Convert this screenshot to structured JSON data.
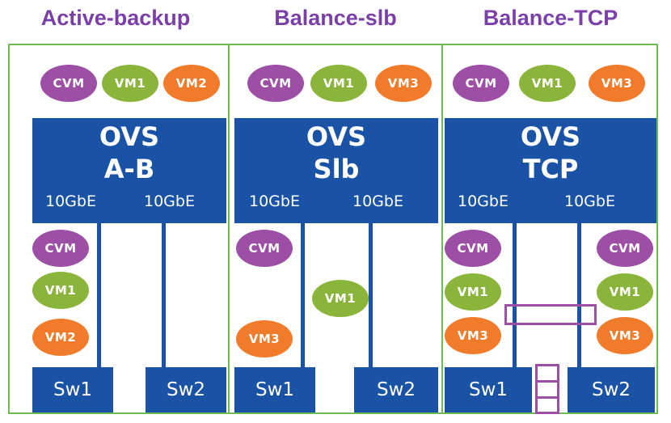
{
  "colors": {
    "title": "#7a40a8",
    "panel_border": "#6dbb52",
    "ovs_blue": "#1a52a6",
    "cvm": "#9d4fa6",
    "vm1": "#8ab43a",
    "vm_orange": "#f07b2a",
    "lag": "#9d4fa6"
  },
  "panels": [
    {
      "title": "Active-backup",
      "top_vms": [
        "CVM",
        "VM1",
        "VM2"
      ],
      "ovs_line1": "OVS",
      "ovs_line2": "A-B",
      "nic_left": "10GbE",
      "nic_right": "10GbE",
      "left_vms": [
        "CVM",
        "VM1",
        "VM2"
      ],
      "sw_left": "Sw1",
      "sw_right": "Sw2"
    },
    {
      "title": "Balance-slb",
      "top_vms": [
        "CVM",
        "VM1",
        "VM3"
      ],
      "ovs_line1": "OVS",
      "ovs_line2": "Slb",
      "nic_left": "10GbE",
      "nic_right": "10GbE",
      "left_vms": [
        "CVM",
        "VM3"
      ],
      "center_vms": [
        "VM1"
      ],
      "sw_left": "Sw1",
      "sw_right": "Sw2"
    },
    {
      "title": "Balance-TCP",
      "top_vms": [
        "CVM",
        "VM1",
        "VM3"
      ],
      "ovs_line1": "OVS",
      "ovs_line2": "TCP",
      "nic_left": "10GbE",
      "nic_right": "10GbE",
      "left_vms": [
        "CVM",
        "VM1",
        "VM3"
      ],
      "right_vms": [
        "CVM",
        "VM1",
        "VM3"
      ],
      "sw_left": "Sw1",
      "sw_right": "Sw2"
    }
  ]
}
